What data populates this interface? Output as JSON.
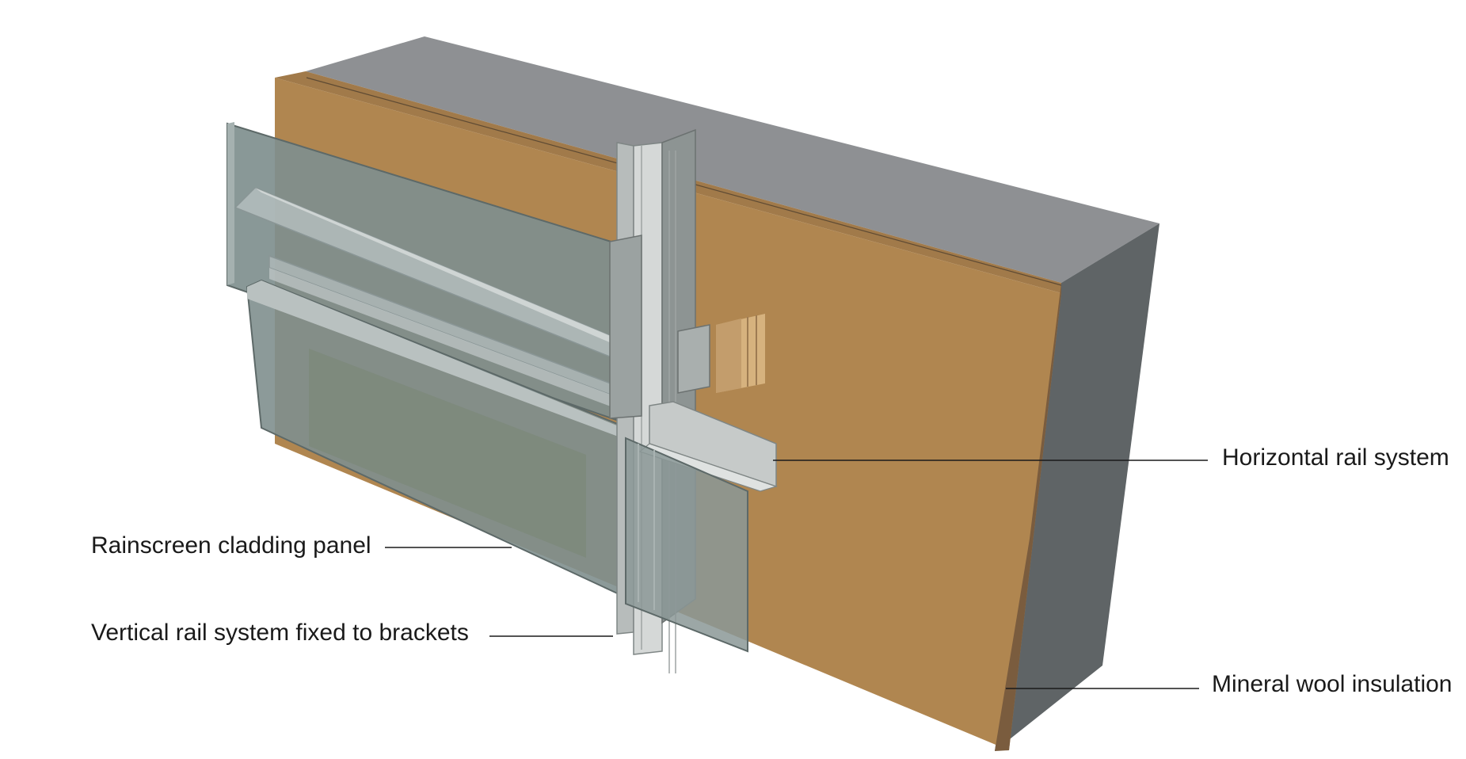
{
  "diagram": {
    "labels": {
      "horizontal_rail": "Horizontal rail system",
      "rainscreen_panel": "Rainscreen cladding panel",
      "vertical_rail": "Vertical rail system fixed to brackets",
      "mineral_wool": "Mineral wool insulation"
    },
    "colors": {
      "wall_top": "#8e9093",
      "wall_side": "#5f6466",
      "insulation_face": "#b08650",
      "insulation_edge": "#7a5c3e",
      "panel_glass": "#7f8f8e",
      "rail_metal": "#c9cccb",
      "callout_line": "#1a1a1a"
    }
  }
}
